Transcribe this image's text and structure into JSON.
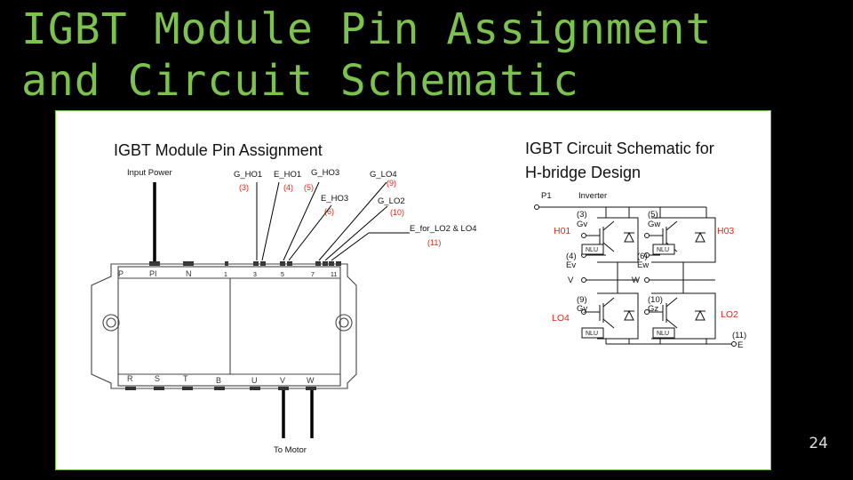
{
  "slide": {
    "title_line1": "IGBT Module Pin Assignment",
    "title_line2": "and Circuit Schematic",
    "page_number": "24"
  },
  "pin_diagram": {
    "heading": "IGBT Module Pin Assignment",
    "input_power": "Input Power",
    "to_motor": "To Motor",
    "pin_labels": [
      {
        "name": "G_HO1",
        "num": "(3)"
      },
      {
        "name": "E_HO1",
        "num": "(4)"
      },
      {
        "name": "G_HO3",
        "num": "(5)"
      },
      {
        "name": "E_HO3",
        "num": "(6)"
      },
      {
        "name": "G_LO4",
        "num": "(9)"
      },
      {
        "name": "G_LO2",
        "num": "(10)"
      },
      {
        "name": "E_for_LO2 & LO4",
        "num": "(11)"
      }
    ],
    "top_pins": [
      "P",
      "PI",
      "N",
      "1",
      "3",
      "5",
      "7",
      "11"
    ],
    "bottom_pins": [
      "R",
      "S",
      "T",
      "B",
      "U",
      "V",
      "W"
    ]
  },
  "schematic": {
    "heading_line1": "IGBT Circuit Schematic for",
    "heading_line2": "H-bridge Design",
    "p1": "P1",
    "inverter": "Inverter",
    "gv": "Gv",
    "gv_num": "(3)",
    "gw": "Gw",
    "gw_num": "(5)",
    "ev": "Ev",
    "ev_num": "(4)",
    "ew": "Ew",
    "ew_num": "(6)",
    "gy": "Gy",
    "gy_num": "(9)",
    "gz": "Gz",
    "gz_num": "(10)",
    "v": "V",
    "w": "W",
    "e": "E",
    "e_num": "(11)",
    "nlu": "NLU",
    "h01": "H01",
    "h03": "H03",
    "lo4": "LO4",
    "lo2": "LO2"
  }
}
